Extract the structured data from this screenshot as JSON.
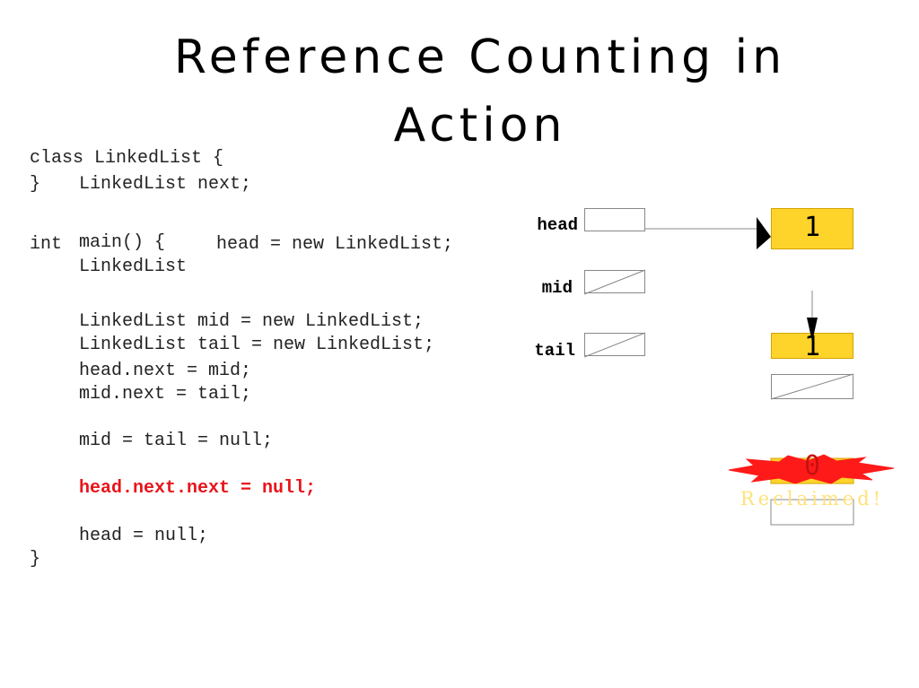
{
  "slide": {
    "title": "Reference Counting in Action"
  },
  "code": {
    "line1": "class LinkedList {",
    "line2_brace": "}",
    "line2_field": "LinkedList next;",
    "line3_int": "int",
    "line3_main": "main() {",
    "line3_head": "head = new LinkedList;",
    "line3_type": "LinkedList",
    "line4": "LinkedList mid = new LinkedList;",
    "line5": "LinkedList tail = new LinkedList;",
    "line6": "head.next = mid;",
    "line7": "mid.next = tail;",
    "line8": "mid = tail = null;",
    "line9": "head.next.next = null;",
    "line10": "head = null;",
    "line11": "}"
  },
  "diagram": {
    "vars": {
      "head": "head",
      "mid": "mid",
      "tail": "tail"
    },
    "nodes": {
      "node1_count": "1",
      "node2_count": "1",
      "node3_count": "0"
    },
    "reclaimed_label": "Reclaimed!",
    "colors": {
      "count_fill": "#ffd42a",
      "highlight": "#e8141b",
      "burst": "#ff1a1a"
    }
  }
}
